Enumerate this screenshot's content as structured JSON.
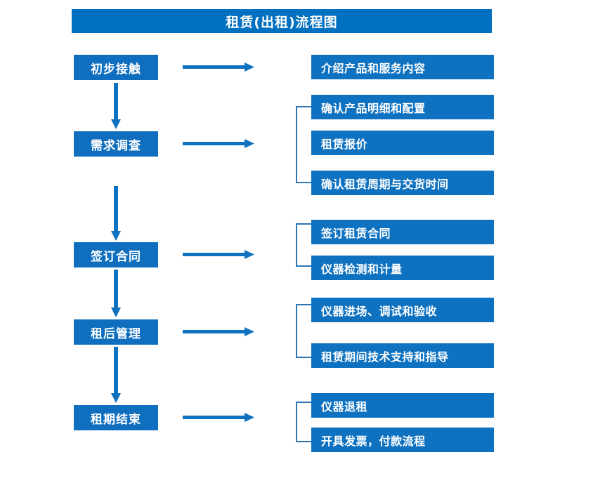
{
  "title": "租赁(出租)流程图",
  "colors": {
    "header_blue": "#0070C0",
    "box_blue": "#0F72C0",
    "arrow_blue": "#0F72C0",
    "bracket_blue": "#2E75B6",
    "text_white": "#FFFFFF",
    "background": "#FFFFFF"
  },
  "stages": [
    {
      "label": "初步接触"
    },
    {
      "label": "需求调查"
    },
    {
      "label": "签订合同"
    },
    {
      "label": "租后管理"
    },
    {
      "label": "租期结束"
    }
  ],
  "details": [
    {
      "label": "介绍产品和服务内容"
    },
    {
      "label": "确认产品明细和配置"
    },
    {
      "label": "租赁报价"
    },
    {
      "label": "确认租赁周期与交货时间"
    },
    {
      "label": "签订租赁合同"
    },
    {
      "label": "仪器检测和计量"
    },
    {
      "label": "仪器进场、调试和验收"
    },
    {
      "label": "租赁期间技术支持和指导"
    },
    {
      "label": "仪器退租"
    },
    {
      "label": "开具发票，付款流程"
    }
  ],
  "connectors": {
    "horizontal_arrow_count": 5,
    "vertical_arrow_count": 4,
    "bracket_count": 4
  }
}
